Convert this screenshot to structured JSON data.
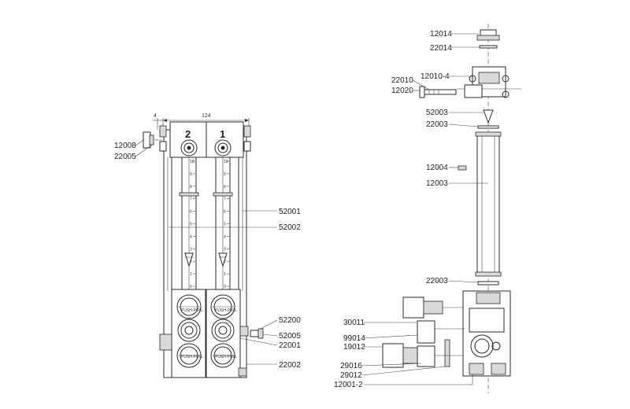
{
  "dimensions": {
    "width_label": "124",
    "gap_label": "4"
  },
  "tube_numbers": [
    "2",
    "1"
  ],
  "scale_ticks": [
    "10",
    "9",
    "8",
    "7",
    "6",
    "5",
    "4",
    "3",
    "2",
    "1",
    "0"
  ],
  "knob_labels": {
    "push_pull": "PUSH-PULL"
  },
  "left_callouts": {
    "c12008": "12008",
    "c22005": "22005",
    "c52001": "52001",
    "c52002": "52002",
    "c52200": "52200",
    "c52005": "52005",
    "c22001": "22001",
    "c22002": "22002"
  },
  "right_callouts": {
    "c12014": "12014",
    "c22014": "22014",
    "c12010_4": "12010-4",
    "c22010": "22010",
    "c12020": "12020",
    "c52003a": "52003",
    "c22003a": "22003",
    "c12004": "12004",
    "c12003": "12003",
    "c22003b": "22003",
    "c30011": "30011",
    "c99014": "99014",
    "c19012": "19012",
    "c29016": "29016",
    "c29012": "29012",
    "c12001_2": "12001-2"
  }
}
